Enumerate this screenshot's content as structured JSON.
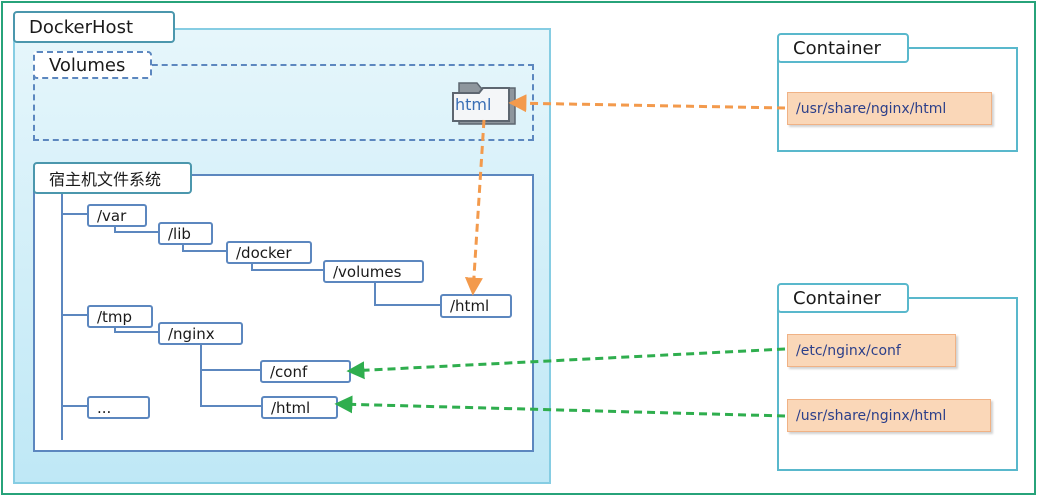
{
  "docker_host": {
    "label": "DockerHost"
  },
  "volumes": {
    "label": "Volumes",
    "folder_label": "html"
  },
  "host_fs": {
    "label": "宿主机文件系统",
    "nodes": {
      "var": "/var",
      "lib": "/lib",
      "docker": "/docker",
      "volumes": "/volumes",
      "html_volume": "/html",
      "tmp": "/tmp",
      "nginx": "/nginx",
      "conf": "/conf",
      "html_tmp": "/html",
      "ellipsis": "..."
    }
  },
  "containers": [
    {
      "label": "Container",
      "paths": [
        "/usr/share/nginx/html"
      ]
    },
    {
      "label": "Container",
      "paths": [
        "/etc/nginx/conf",
        "/usr/share/nginx/html"
      ]
    }
  ],
  "colors": {
    "orange_link": "#f39a4c",
    "green_link": "#2fae4e",
    "tree_line": "#5c87bf",
    "frame": "#27a37a"
  }
}
